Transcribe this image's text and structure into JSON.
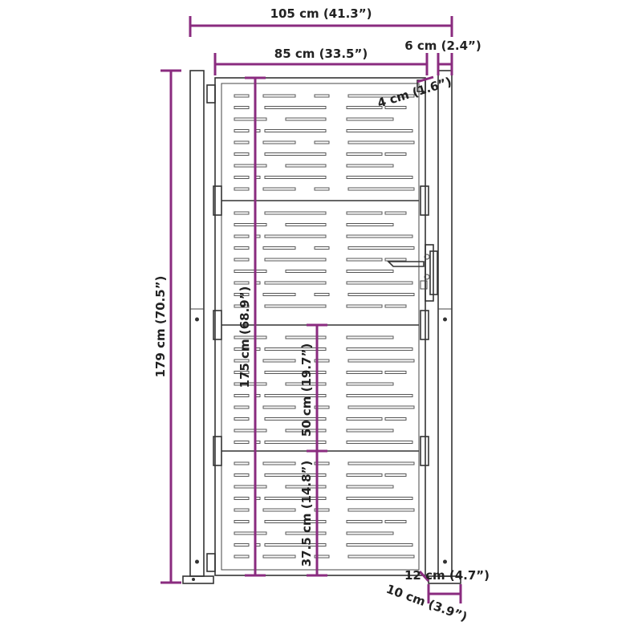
{
  "dimensions": {
    "overall_width": "105 cm (41.3”)",
    "gate_width": "85 cm (33.5”)",
    "post_width": "6 cm (2.4”)",
    "frame_width": "4 cm (1.6”)",
    "overall_height": "179 cm (70.5”)",
    "gate_height": "175 cm (68.9”)",
    "section_upper": "50 cm (19.7”)",
    "section_lower": "37.5 cm (14.8”)",
    "base_width": "12 cm (4.7”)",
    "base_depth": "10 cm (3.9”)"
  },
  "colors": {
    "dimension_line": "#8a2b7f",
    "drawing_line": "#333333"
  }
}
